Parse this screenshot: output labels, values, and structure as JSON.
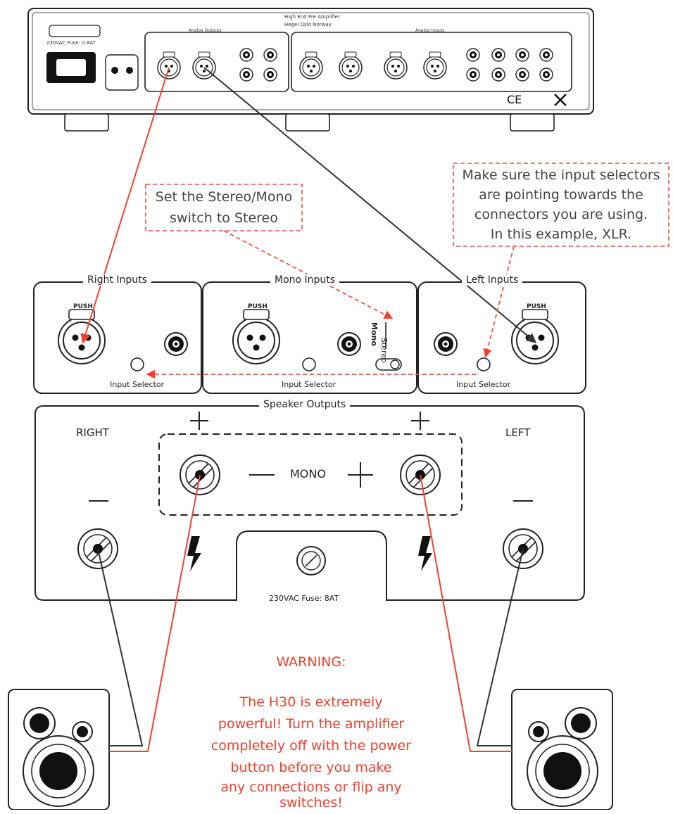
{
  "top_unit": {
    "header_line1": "High End Pre Amplifier",
    "header_line2": "Hegel Oslo Norway",
    "fuse_label": "230VAC Fuse: 0.8AT",
    "analog_outputs_label": "Analog Outputs",
    "analog_inputs_label": "Analog Inputs"
  },
  "notes": {
    "stereo_mono": [
      "Set the Stereo/Mono",
      "switch to Stereo"
    ],
    "input_selectors": [
      "Make sure the input selectors",
      "are pointing towards the",
      "connectors you are using.",
      "In this example, XLR."
    ]
  },
  "input_panels": {
    "right": "Right Inputs",
    "mono": "Mono Inputs",
    "left": "Left Inputs",
    "selector_label": "Input Selector",
    "push_label": "PUSH",
    "stereo_label": "Stereo",
    "mono_label": "Mono"
  },
  "speaker_outputs": {
    "title": "Speaker Outputs",
    "right": "RIGHT",
    "left": "LEFT",
    "mono": "MONO",
    "plus": "+",
    "fuse": "230VAC  Fuse: 8AT"
  },
  "warning": {
    "title": "WARNING:",
    "lines": [
      "The H30 is extremely",
      "powerful! Turn the amplifier",
      "completely off with the power",
      "button before you make",
      "any connections or flip any",
      "switches!"
    ]
  },
  "colors": {
    "red_cable": "#f0402e",
    "dashed_red": "#e8554a",
    "black_cable": "#333333",
    "outline": "#222222"
  }
}
